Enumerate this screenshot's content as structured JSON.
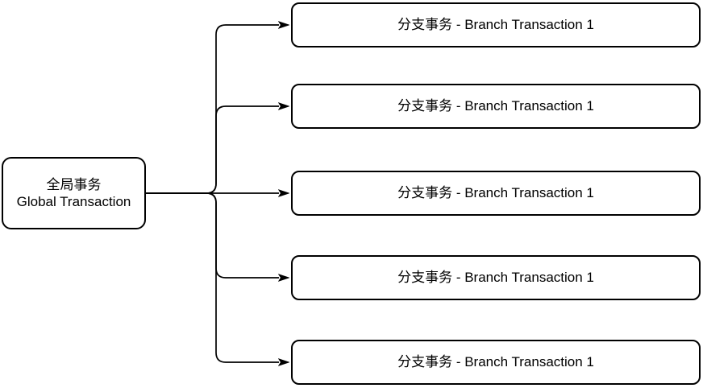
{
  "diagram": {
    "background_color": "#ffffff",
    "stroke_color": "#000000",
    "node_fill_color": "#ffffff",
    "root": {
      "title_zh": "全局事务",
      "title_en": "Global Transaction"
    },
    "branches": [
      {
        "label": "分支事务 - Branch Transaction 1"
      },
      {
        "label": "分支事务 - Branch Transaction 1"
      },
      {
        "label": "分支事务 - Branch Transaction 1"
      },
      {
        "label": "分支事务 - Branch Transaction 1"
      },
      {
        "label": "分支事务 - Branch Transaction 1"
      }
    ]
  }
}
